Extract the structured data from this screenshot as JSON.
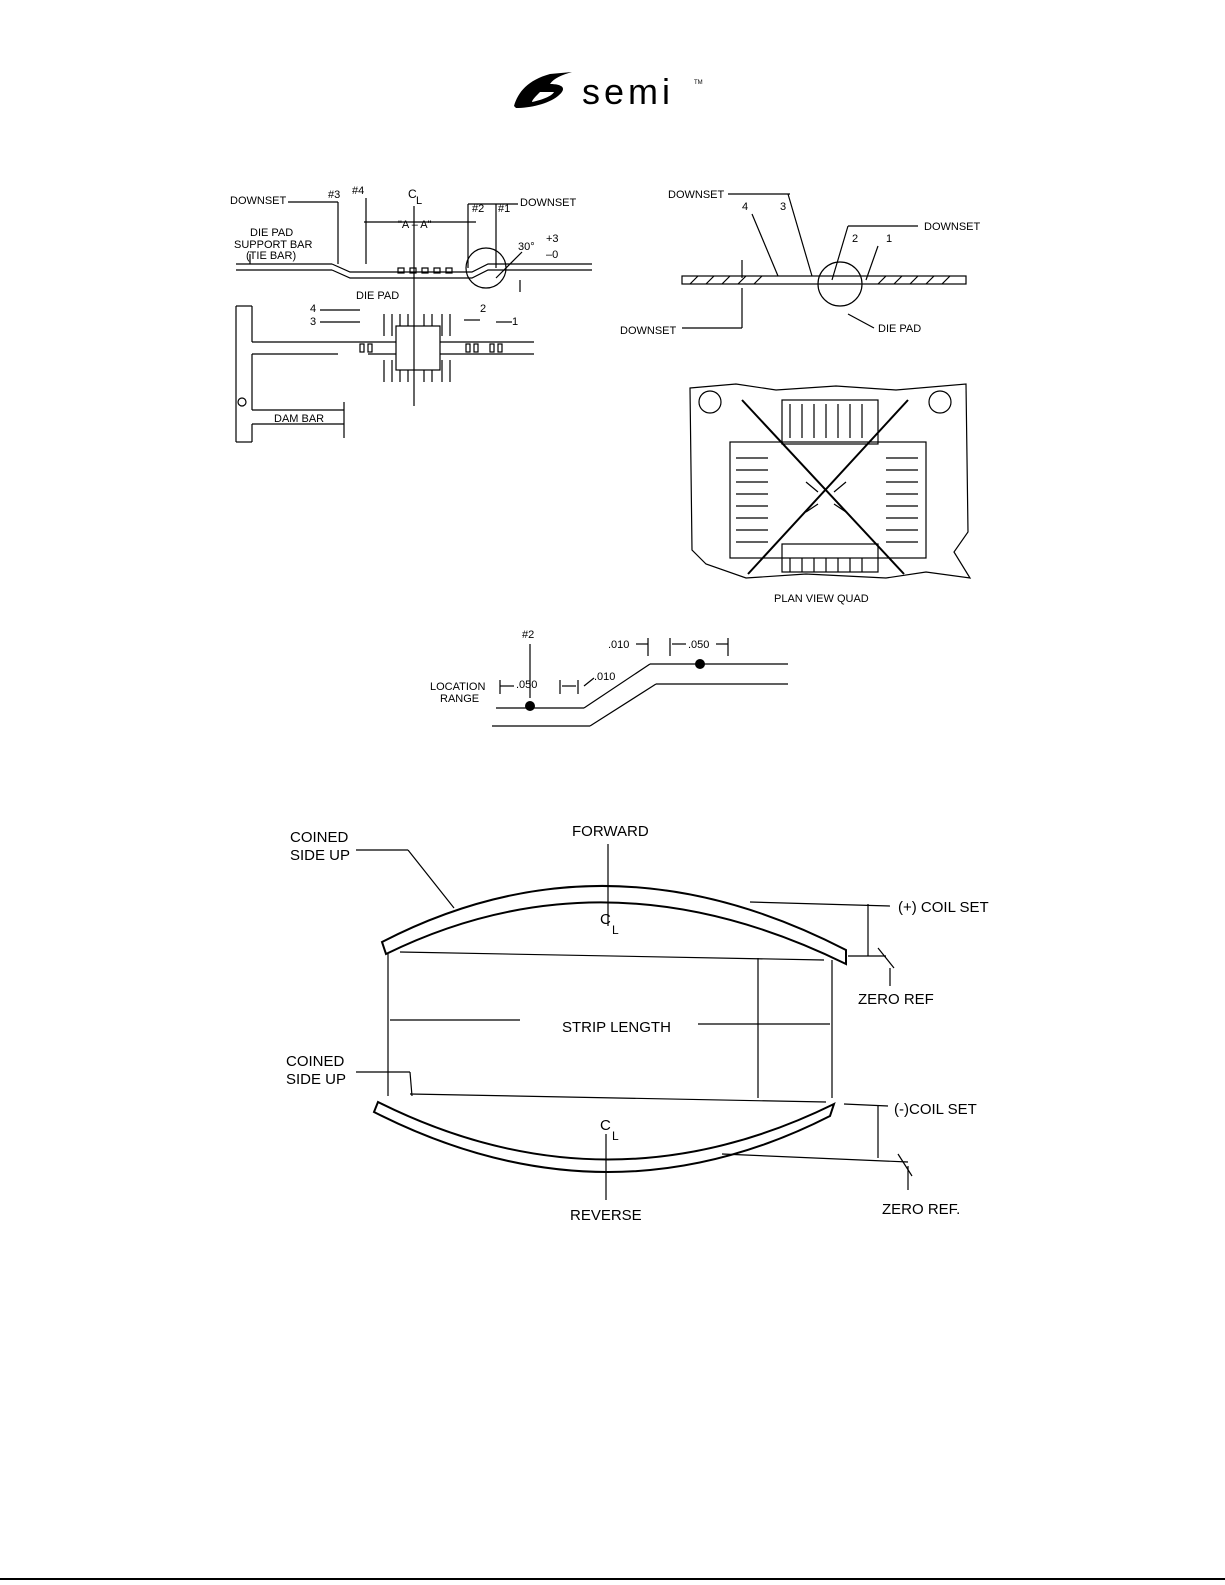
{
  "logo": {
    "wordmark": "semi",
    "trademark": "TM"
  },
  "fig_top_left": {
    "downset_left": "DOWNSET",
    "num3": "#3",
    "num4": "#4",
    "centerline": "C",
    "centerline_sub": "L",
    "num2": "#2",
    "num1": "#1",
    "downset_right": "DOWNSET",
    "die_pad_support_1": "DIE PAD",
    "die_pad_support_2": "SUPPORT BAR",
    "die_pad_support_3": "(TIE BAR)",
    "aa": "\"A – A\"",
    "angle": "30°",
    "tol_plus": "+3",
    "tol_minus": "–0",
    "die_pad": "DIE PAD",
    "n4": "4",
    "n3": "3",
    "n2": "2",
    "n1": "1",
    "dam_bar": "DAM BAR"
  },
  "fig_top_right": {
    "downset_top": "DOWNSET",
    "n4": "4",
    "n3": "3",
    "downset_right": "DOWNSET",
    "n2": "2",
    "n1": "1",
    "downset_bottom": "DOWNSET",
    "die_pad": "DIE PAD",
    "plan_caption": "PLAN VIEW QUAD"
  },
  "fig_location": {
    "num2": "#2",
    "dim1": ".010",
    "dim2": ".050",
    "dim3": ".010",
    "dim4": ".050",
    "range_1": "LOCATION",
    "range_2": "RANGE"
  },
  "fig_coil": {
    "coined_top_1": "COINED",
    "coined_top_2": "SIDE UP",
    "forward": "FORWARD",
    "plus_coil": "(+) COIL SET",
    "zero_ref_top": "ZERO REF",
    "strip_length": "STRIP LENGTH",
    "coined_bot_1": "COINED",
    "coined_bot_2": "SIDE UP",
    "minus_coil": "(-)COIL SET",
    "reverse": "REVERSE",
    "zero_ref_bot": "ZERO REF.",
    "centerline": "C",
    "centerline_sub": "L"
  }
}
